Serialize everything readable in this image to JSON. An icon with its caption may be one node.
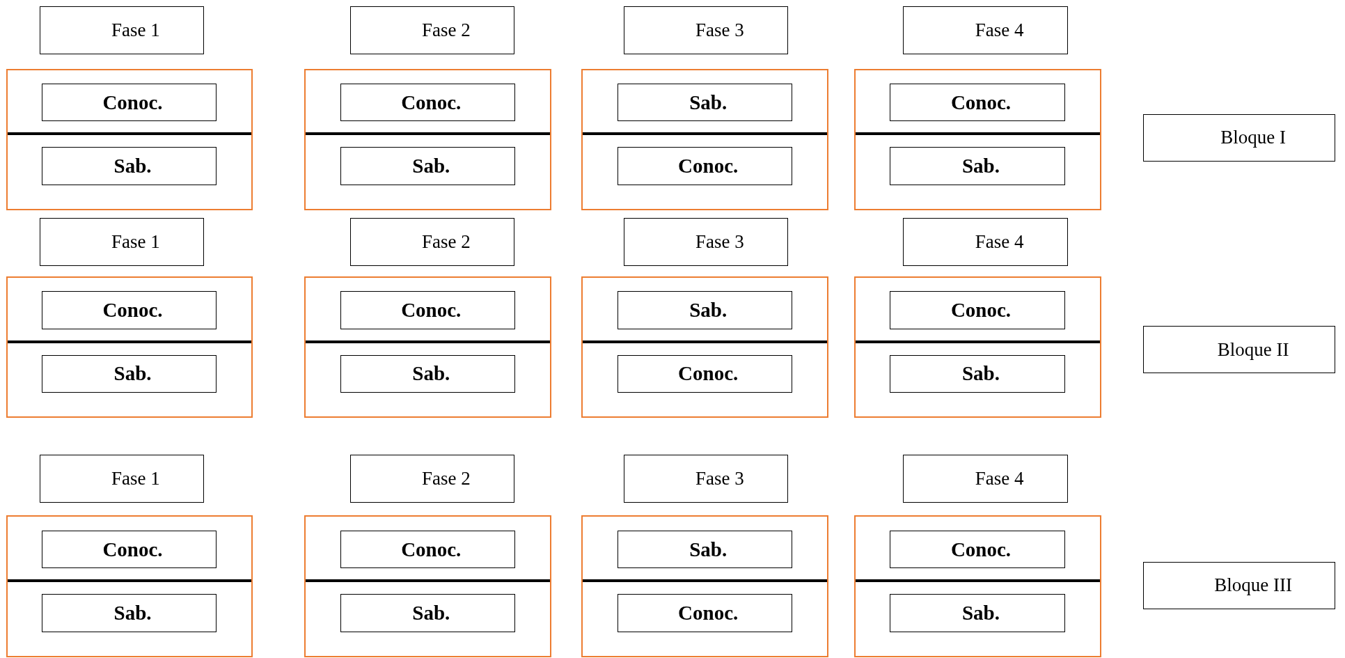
{
  "diagram": {
    "nodes": [
      {
        "text": [
          "Fase 1"
        ]
      },
      {
        "text": [
          "Fase 2"
        ]
      },
      {
        "text": [
          "Fase 3"
        ]
      },
      {
        "text": [
          "Fase 4"
        ]
      },
      {
        "text": [],
        "shape": "box"
      },
      {
        "text": [
          "Conoc."
        ],
        "in": 4
      },
      {
        "text": [
          "Sab."
        ],
        "in": 4
      },
      {
        "text": [],
        "shape": "box"
      },
      {
        "text": [
          "Conoc."
        ],
        "in": 7
      },
      {
        "text": [
          "Sab."
        ],
        "in": 7
      },
      {
        "text": [],
        "shape": "box"
      },
      {
        "text": [
          "Sab."
        ],
        "in": 10
      },
      {
        "text": [
          "Conoc."
        ],
        "in": 10
      },
      {
        "text": [],
        "shape": "box"
      },
      {
        "text": [
          "Conoc."
        ],
        "in": 13
      },
      {
        "text": [
          "Sab."
        ],
        "in": 13
      },
      {
        "text": [
          "Bloque I"
        ]
      },
      {
        "text": [
          "Fase 1"
        ]
      },
      {
        "text": [
          "Fase 2"
        ]
      },
      {
        "text": [
          "Fase 3"
        ]
      },
      {
        "text": [
          "Fase 4"
        ]
      },
      {
        "text": [],
        "shape": "box"
      },
      {
        "text": [
          "Conoc."
        ],
        "in": 21
      },
      {
        "text": [
          "Sab."
        ],
        "in": 21
      },
      {
        "text": [],
        "shape": "box"
      },
      {
        "text": [
          "Conoc."
        ],
        "in": 24
      },
      {
        "text": [
          "Sab."
        ],
        "in": 24
      },
      {
        "text": [],
        "shape": "box"
      },
      {
        "text": [
          "Sab."
        ],
        "in": 27
      },
      {
        "text": [
          "Conoc."
        ],
        "in": 27
      },
      {
        "text": [],
        "shape": "box"
      },
      {
        "text": [
          "Conoc."
        ],
        "in": 30
      },
      {
        "text": [
          "Sab."
        ],
        "in": 30
      },
      {
        "text": [
          "Bloque II"
        ]
      },
      {
        "text": [
          "Fase 1"
        ]
      },
      {
        "text": [
          "Fase 2"
        ]
      },
      {
        "text": [
          "Fase 3"
        ]
      },
      {
        "text": [
          "Fase 4"
        ]
      },
      {
        "text": [],
        "shape": "box"
      },
      {
        "text": [
          "Conoc."
        ],
        "in": 38
      },
      {
        "text": [
          "Sab."
        ],
        "in": 38
      },
      {
        "text": [],
        "shape": "box"
      },
      {
        "text": [
          "Conoc."
        ],
        "in": 41
      },
      {
        "text": [
          "Sab."
        ],
        "in": 41
      },
      {
        "text": [],
        "shape": "box"
      },
      {
        "text": [
          "Sab."
        ],
        "in": 44
      },
      {
        "text": [
          "Conoc."
        ],
        "in": 44
      },
      {
        "text": [],
        "shape": "box"
      },
      {
        "text": [
          "Conoc."
        ],
        "in": 47
      },
      {
        "text": [
          "Sab."
        ],
        "in": 47
      },
      {
        "text": [
          "Bloque III"
        ]
      }
    ]
  }
}
